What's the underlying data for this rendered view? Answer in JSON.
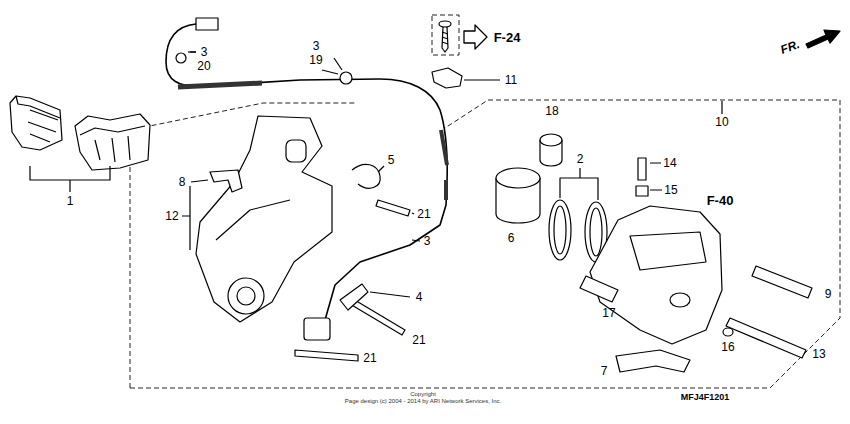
{
  "diagram": {
    "labels": [
      "1",
      "3",
      "20",
      "3",
      "19",
      "F-24",
      "11",
      "FR.",
      "18",
      "10",
      "2",
      "14",
      "15",
      "F-40",
      "8",
      "5",
      "12",
      "21",
      "6",
      "3",
      "4",
      "21",
      "21",
      "9",
      "17",
      "16",
      "13",
      "7",
      "Copyright",
      "Page design (c) 2004 - 2014 by ARI Network Services, Inc.",
      "MFJ4F1201"
    ]
  }
}
